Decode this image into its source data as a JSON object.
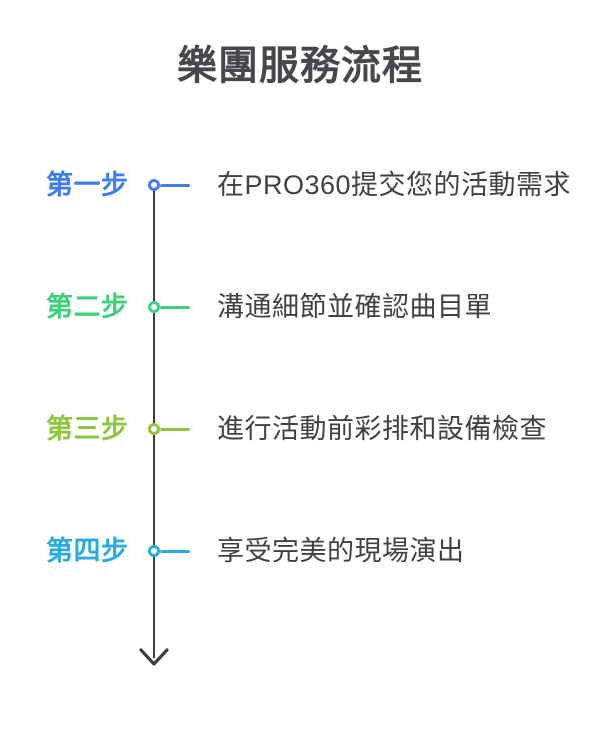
{
  "title": "樂團服務流程",
  "colors": {
    "axis_line": "#3e3e3e",
    "title_text": "#46484c",
    "description_text": "#3f4245"
  },
  "steps": [
    {
      "label": "第一步",
      "description": "在PRO360提交您的活動需求",
      "color": "#3e7df0"
    },
    {
      "label": "第二步",
      "description": "溝通細節並確認曲目單",
      "color": "#3fd07c"
    },
    {
      "label": "第三步",
      "description": "進行活動前彩排和設備檢查",
      "color": "#8dc63f"
    },
    {
      "label": "第四步",
      "description": "享受完美的現場演出",
      "color": "#29abe2"
    }
  ]
}
